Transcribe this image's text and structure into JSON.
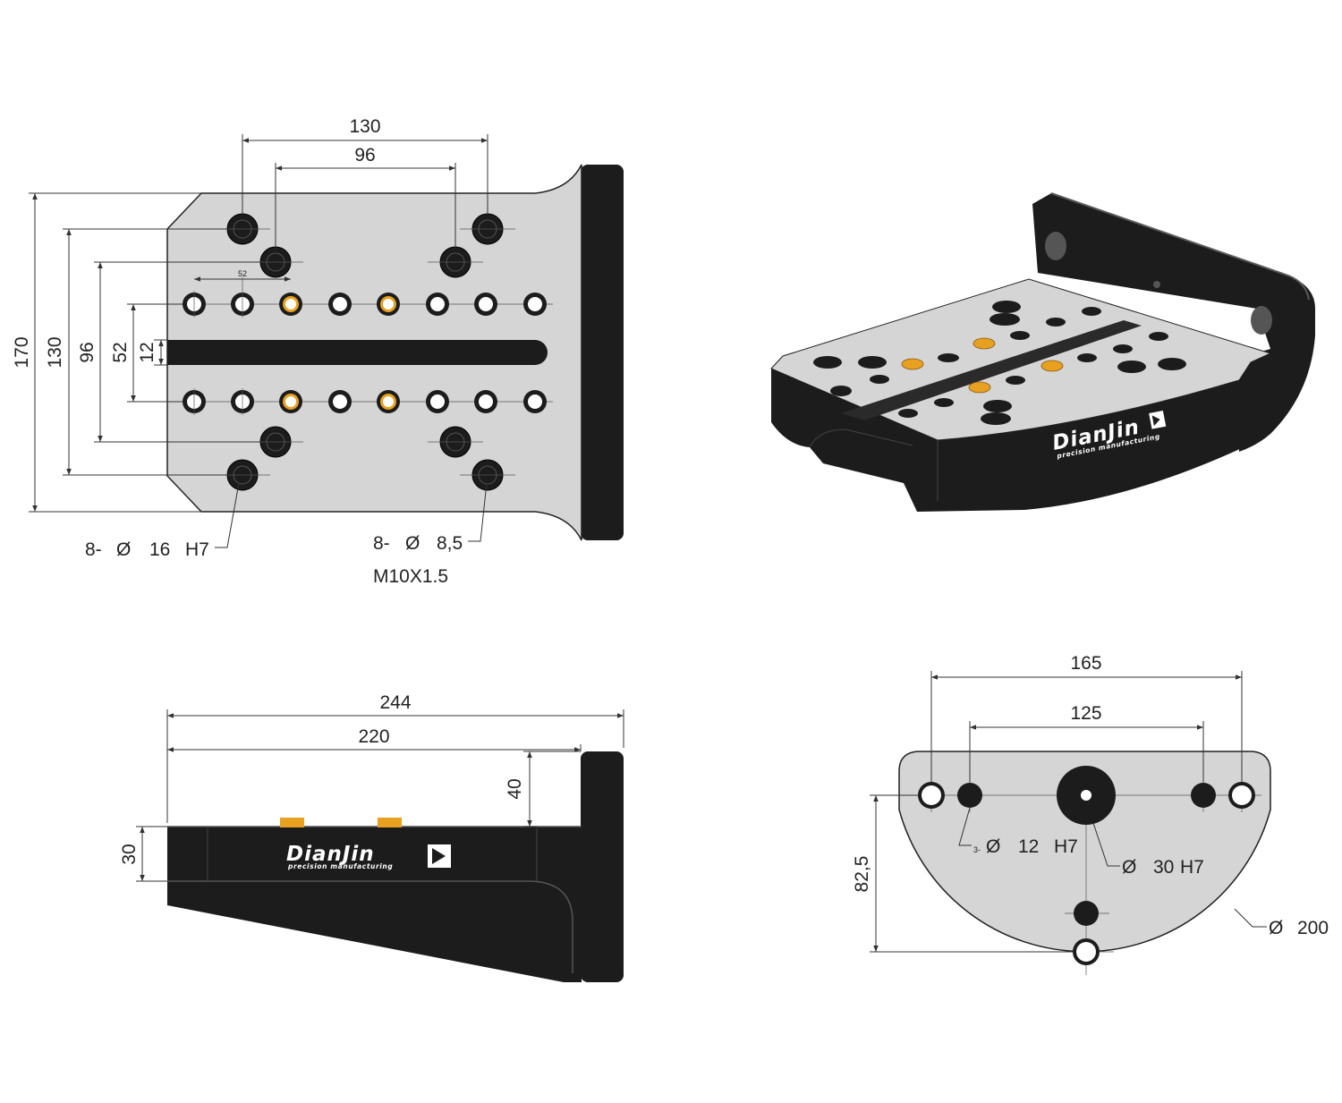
{
  "brand": {
    "name": "DianJin",
    "tagline": "precision manufacturing"
  },
  "colors": {
    "plate": "#d5d5d5",
    "body": "#1c1c1c",
    "bushing": "#e8a020",
    "outline": "#222222"
  },
  "top_view": {
    "dims": {
      "w130": "130",
      "w96": "96",
      "w52": "52",
      "h170": "170",
      "h130": "130",
      "h96": "96",
      "h52": "52",
      "h12": "12"
    },
    "callouts": {
      "bore_prefix": "8-",
      "bore_symbol": "Ø",
      "bore_size": "16",
      "bore_fit": "H7",
      "tap_prefix": "8-",
      "tap_symbol": "Ø",
      "tap_size": "8,5",
      "tap_thread": "M10X1.5"
    }
  },
  "side_view": {
    "dims": {
      "l244": "244",
      "l220": "220",
      "h40": "40",
      "h30": "30"
    }
  },
  "end_view": {
    "dims": {
      "w165": "165",
      "w125": "125",
      "h82": "82,5"
    },
    "callouts": {
      "small_prefix": "3-",
      "small_symbol": "Ø",
      "small_size": "12",
      "small_fit": "H7",
      "center_symbol": "Ø",
      "center_size": "30",
      "center_fit": "H7",
      "radius_symbol": "Ø",
      "radius_size": "200"
    }
  }
}
